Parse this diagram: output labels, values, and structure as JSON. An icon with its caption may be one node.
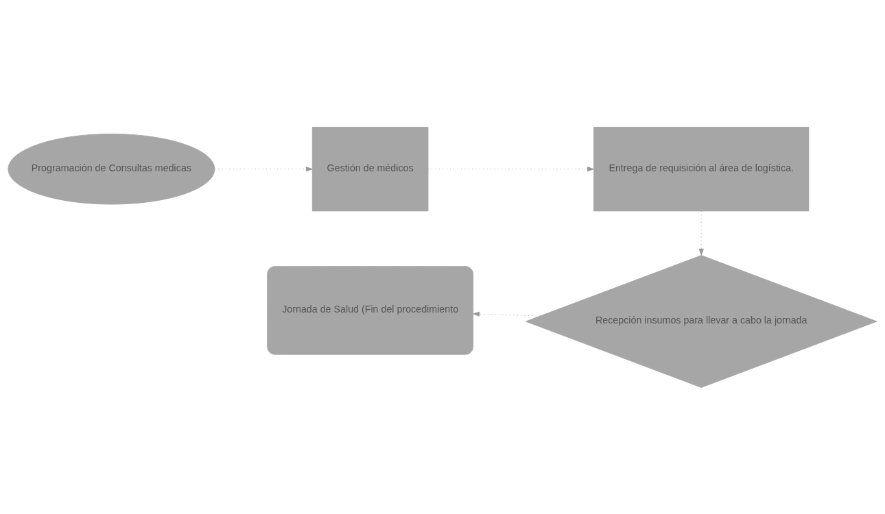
{
  "diagram": {
    "nodes": [
      {
        "text": [
          "Programación de Consultas medicas"
        ]
      },
      {
        "text": [
          "Gestión de médicos"
        ]
      },
      {
        "text": [
          "Entrega de requisición al área de logística."
        ]
      },
      {
        "text": [
          "Recepción insumos para llevar a cabo la jornada"
        ]
      },
      {
        "text": [
          "Jornada de Salud (Fin del procedimiento"
        ]
      }
    ],
    "edges": [
      {
        "from": 0,
        "to": 1,
        "arrow": "to"
      },
      {
        "from": 1,
        "to": 2,
        "arrow": "to"
      },
      {
        "from": 2,
        "to": 3,
        "arrow": "to"
      },
      {
        "from": 3,
        "to": 4,
        "arrow": "to"
      }
    ]
  }
}
